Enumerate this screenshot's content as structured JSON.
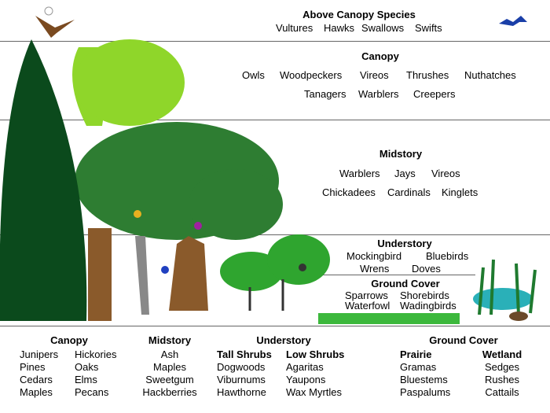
{
  "layers": {
    "above_canopy": {
      "title": "Above Canopy Species",
      "species": [
        "Vultures",
        "Hawks",
        "Swallows",
        "Swifts"
      ]
    },
    "canopy": {
      "title": "Canopy",
      "row1": [
        "Owls",
        "Woodpeckers",
        "Vireos",
        "Thrushes",
        "Nuthatches"
      ],
      "row2": [
        "Tanagers",
        "Warblers",
        "Creepers"
      ]
    },
    "midstory": {
      "title": "Midstory",
      "row1": [
        "Warblers",
        "Jays",
        "Vireos"
      ],
      "row2": [
        "Chickadees",
        "Cardinals",
        "Kinglets"
      ]
    },
    "understory": {
      "title": "Understory",
      "row1": [
        "Mockingbird",
        "Bluebirds"
      ],
      "row2": [
        "Wrens",
        "Doves"
      ]
    },
    "ground_cover": {
      "title": "Ground Cover",
      "row1": [
        "Sparrows",
        "Shorebirds"
      ],
      "row2": [
        "Waterfowl",
        "Wadingbirds"
      ]
    }
  },
  "plants": {
    "canopy": {
      "title": "Canopy",
      "col1": [
        "Junipers",
        "Pines",
        "Cedars",
        "Maples"
      ],
      "col2": [
        "Hickories",
        "Oaks",
        "Elms",
        "Pecans"
      ]
    },
    "midstory": {
      "title": "Midstory",
      "col1": [
        "Ash",
        "Maples",
        "Sweetgum",
        "Hackberries"
      ]
    },
    "understory": {
      "title": "Understory",
      "tall_title": "Tall Shrubs",
      "tall": [
        "Dogwoods",
        "Viburnums",
        "Hawthorne"
      ],
      "low_title": "Low Shrubs",
      "low": [
        "Agaritas",
        "Yaupons",
        "Wax Myrtles"
      ]
    },
    "ground_cover": {
      "title": "Ground Cover",
      "prairie_title": "Prairie",
      "prairie": [
        "Gramas",
        "Bluestems",
        "Paspalums"
      ],
      "wetland_title": "Wetland",
      "wetland": [
        "Sedges",
        "Rushes",
        "Cattails"
      ]
    }
  },
  "colors": {
    "dark_green": "#0b4a1c",
    "light_green": "#8fd62a",
    "mid_green": "#2e7d32",
    "trunk": "#8a5a2b",
    "line": "#666666"
  }
}
